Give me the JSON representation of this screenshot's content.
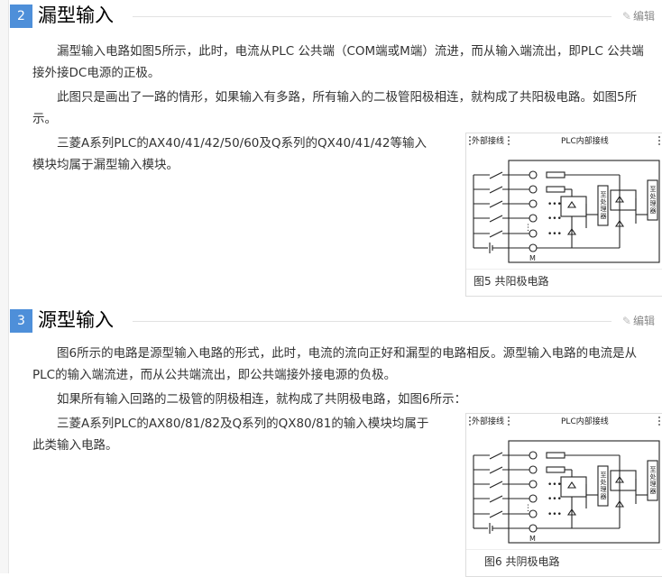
{
  "sections": [
    {
      "number": "2",
      "title": "漏型输入",
      "edit": "编辑",
      "paragraphs": [
        "漏型输入电路如图5所示，此时，电流从PLC 公共端（COM端或M端）流进，而从输入端流出，即PLC 公共端接外接DC电源的正极。",
        "此图只是画出了一路的情形，如果输入有多路，所有输入的二极管阳极相连，就构成了共阳极电路。如图5所示。",
        "三菱A系列PLC的AX40/41/42/50/60及Q系列的QX40/41/42等输入模块均属于漏型输入模块。"
      ],
      "figure": {
        "ext_label": "外部接线",
        "int_label": "PLC内部接线",
        "proc_label": "至处理器",
        "m_label": "M",
        "caption": "图5  共阳极电路"
      }
    },
    {
      "number": "3",
      "title": "源型输入",
      "edit": "编辑",
      "paragraphs": [
        "图6所示的电路是源型输入电路的形式，此时，电流的流向正好和漏型的电路相反。源型输入电路的电流是从PLC的输入端流进，而从公共端流出，即公共端接外接电源的负极。",
        "如果所有输入回路的二极管的阴极相连，就构成了共阴极电路，如图6所示：",
        "三菱A系列PLC的AX80/81/82及Q系列的QX80/81的输入模块均属于此类输入电路。"
      ],
      "figure": {
        "ext_label": "外部接线",
        "int_label": "PLC内部接线",
        "proc_label": "至处理器",
        "m_label": "M",
        "caption": "图6  共阴极电路"
      }
    }
  ]
}
